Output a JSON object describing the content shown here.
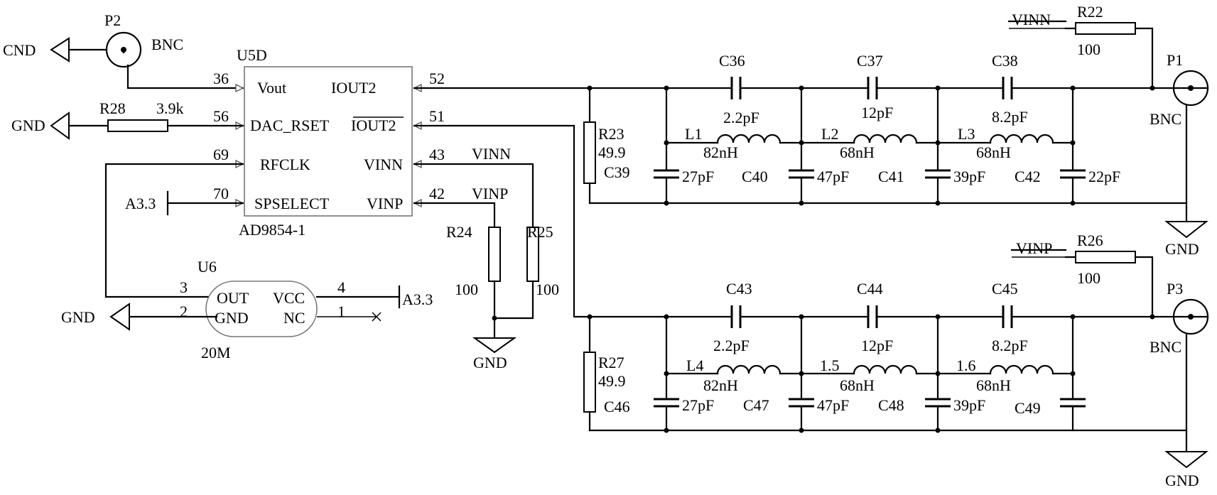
{
  "u5d": {
    "ref": "U5D",
    "part": "AD9854-1",
    "pins": [
      {
        "num": "36",
        "name": "Vout"
      },
      {
        "num": "56",
        "name": "DAC_RSET"
      },
      {
        "num": "69",
        "name": "RFCLK"
      },
      {
        "num": "70",
        "name": "SPSELECT"
      },
      {
        "num": "52",
        "name": "IOUT2"
      },
      {
        "num": "51",
        "name": "IOUT2"
      },
      {
        "num": "43",
        "name": "VINN"
      },
      {
        "num": "42",
        "name": "VINP"
      }
    ]
  },
  "u6": {
    "ref": "U6",
    "value": "20M",
    "pins": [
      {
        "num": "3",
        "name": "OUT"
      },
      {
        "num": "2",
        "name": "GND"
      },
      {
        "num": "4",
        "name": "VCC"
      },
      {
        "num": "1",
        "name": "NC"
      }
    ]
  },
  "connectors": {
    "p2": {
      "ref": "P2",
      "type": "BNC",
      "net": "CND"
    },
    "p1": {
      "ref": "P1",
      "type": "BNC"
    },
    "p3": {
      "ref": "P3",
      "type": "BNC"
    }
  },
  "resistors": {
    "r28": {
      "ref": "R28",
      "value": "3.9k"
    },
    "r24": {
      "ref": "R24",
      "value": "100"
    },
    "r25": {
      "ref": "R25",
      "value": "100"
    },
    "r23": {
      "ref": "R23",
      "value": "49.9"
    },
    "r27": {
      "ref": "R27",
      "value": "49.9"
    },
    "r22": {
      "ref": "R22",
      "value": "100"
    },
    "r26": {
      "ref": "R26",
      "value": "100"
    }
  },
  "filter_top": {
    "series_caps": [
      {
        "ref": "C36",
        "value": "2.2pF"
      },
      {
        "ref": "C37",
        "value": "12pF"
      },
      {
        "ref": "C38",
        "value": "8.2pF"
      }
    ],
    "inductors": [
      {
        "ref": "L1",
        "value": "82nH"
      },
      {
        "ref": "L2",
        "value": "68nH"
      },
      {
        "ref": "L3",
        "value": "68nH"
      }
    ],
    "shunt_caps": [
      {
        "ref": "C39",
        "value": "27pF"
      },
      {
        "ref": "C40",
        "value": "47pF"
      },
      {
        "ref": "C41",
        "value": "39pF"
      },
      {
        "ref": "C42",
        "value": "22pF"
      }
    ]
  },
  "filter_bottom": {
    "series_caps": [
      {
        "ref": "C43",
        "value": "2.2pF"
      },
      {
        "ref": "C44",
        "value": "12pF"
      },
      {
        "ref": "C45",
        "value": "8.2pF"
      }
    ],
    "inductors": [
      {
        "ref": "L4",
        "value": "82nH"
      },
      {
        "ref": "1.5",
        "value": "68nH"
      },
      {
        "ref": "1.6",
        "value": "68nH"
      }
    ],
    "shunt_caps": [
      {
        "ref": "C46",
        "value": "27pF"
      },
      {
        "ref": "C47",
        "value": "47pF"
      },
      {
        "ref": "C48",
        "value": "39pF"
      },
      {
        "ref": "C49",
        "value": ""
      }
    ]
  },
  "nets": {
    "gnd": "GND",
    "a33": "A3.3",
    "vinn": "VINN",
    "vinp": "VINP"
  }
}
